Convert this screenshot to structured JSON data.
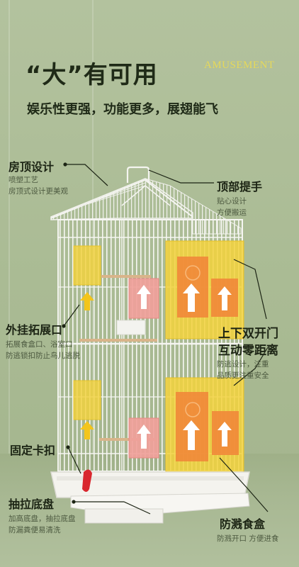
{
  "headline": "“大”有可用",
  "subheadline": "娱乐性更强，功能更多，展翅能飞",
  "brand": "AMUSEMENT",
  "features": {
    "roof": {
      "title": "房顶设计",
      "lines": [
        "喷塑工艺",
        "房顶式设计更美观"
      ]
    },
    "handle": {
      "title": "顶部提手",
      "lines": [
        "贴心设计",
        "方便搬运"
      ]
    },
    "expansion": {
      "title": "外挂拓展口",
      "lines": [
        "拓展食盒口、浴室口",
        "防逃锁扣防止鸟儿逃脱"
      ]
    },
    "doors": {
      "title_line1": "上下双开门",
      "title_line2": "互动零距离",
      "lines": [
        "防逃设计，注重",
        "品质更注重安全"
      ]
    },
    "clip": {
      "title": "固定卡扣"
    },
    "tray": {
      "title": "抽拉底盘",
      "lines": [
        "加高底盘，抽拉底盘",
        "防漏粪便易清洗"
      ]
    },
    "feeder": {
      "title": "防溅食盒",
      "lines": [
        "防溅开口 方便进食"
      ]
    }
  },
  "colors": {
    "accent_yellow": "#f3d23c",
    "accent_orange": "#f08a3a",
    "accent_pink": "#f0a09a",
    "wall": "#aebd98"
  },
  "icons": [
    "up-arrow-icon",
    "heart-swirl-icon"
  ]
}
